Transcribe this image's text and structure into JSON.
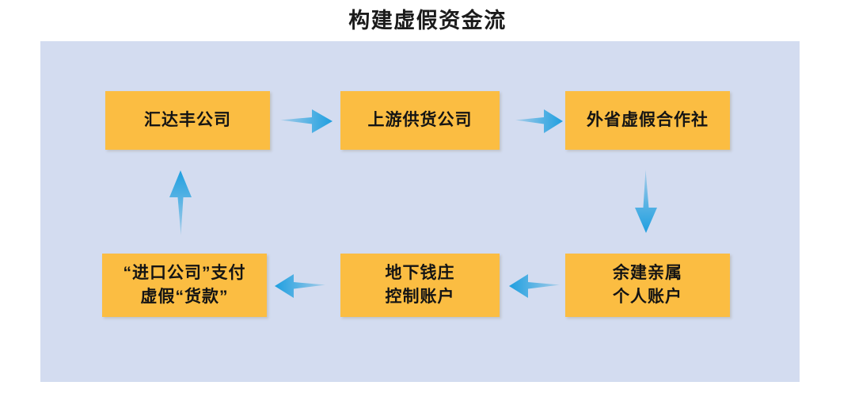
{
  "page": {
    "title": "构建虚假资金流",
    "background_color": "#ffffff"
  },
  "panel": {
    "background_color": "#d3dcf0"
  },
  "theme": {
    "node_fill": "#fbbd42",
    "node_text_color": "#141414",
    "arrow_color_light": "#9dc6e8",
    "arrow_color_dark": "#2aa3e0",
    "title_color": "#1b1b1b"
  },
  "chart_data": {
    "type": "diagram",
    "title": "构建虚假资金流",
    "layout": "cycle-flow-two-rows",
    "nodes": [
      {
        "id": "huidafeng",
        "label": "汇达丰公司",
        "lines": [
          "汇达丰公司"
        ],
        "row": "top",
        "col": 1
      },
      {
        "id": "supplier",
        "label": "上游供货公司",
        "lines": [
          "上游供货公司"
        ],
        "row": "top",
        "col": 2
      },
      {
        "id": "coop",
        "label": "外省虚假合作社",
        "lines": [
          "外省虚假合作社"
        ],
        "row": "top",
        "col": 3
      },
      {
        "id": "relative",
        "label": "余建亲属个人账户",
        "lines": [
          "余建亲属",
          "个人账户"
        ],
        "row": "bottom",
        "col": 3
      },
      {
        "id": "underground",
        "label": "地下钱庄控制账户",
        "lines": [
          "地下钱庄",
          "控制账户"
        ],
        "row": "bottom",
        "col": 2
      },
      {
        "id": "importpay",
        "label": "“进口公司”支付虚假“货款”",
        "lines": [
          "“进口公司”支付",
          "虚假“货款”"
        ],
        "row": "bottom",
        "col": 1
      }
    ],
    "edges": [
      {
        "from": "huidafeng",
        "to": "supplier",
        "direction": "right"
      },
      {
        "from": "supplier",
        "to": "coop",
        "direction": "right"
      },
      {
        "from": "coop",
        "to": "relative",
        "direction": "down"
      },
      {
        "from": "relative",
        "to": "underground",
        "direction": "left"
      },
      {
        "from": "underground",
        "to": "importpay",
        "direction": "left"
      },
      {
        "from": "importpay",
        "to": "huidafeng",
        "direction": "up"
      }
    ]
  }
}
